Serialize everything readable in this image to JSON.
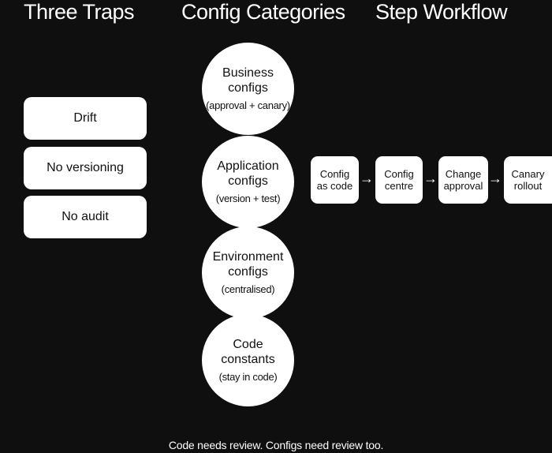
{
  "headings": {
    "traps": "Three Traps",
    "categories": "Config Categories",
    "workflow": "Step Workflow"
  },
  "traps": [
    "Drift",
    "No versioning",
    "No audit"
  ],
  "categories": [
    {
      "title_line1": "Business",
      "title_line2": "configs",
      "sub": "(approval + canary)"
    },
    {
      "title_line1": "Application",
      "title_line2": "configs",
      "sub": "(version + test)"
    },
    {
      "title_line1": "Environment",
      "title_line2": "configs",
      "sub": "(centralised)"
    },
    {
      "title_line1": "Code",
      "title_line2": "constants",
      "sub": "(stay in code)"
    }
  ],
  "steps": [
    {
      "line1": "Config",
      "line2": "as code"
    },
    {
      "line1": "Config",
      "line2": "centre"
    },
    {
      "line1": "Change",
      "line2": "approval"
    },
    {
      "line1": "Canary",
      "line2": "rollout"
    }
  ],
  "arrow_glyph": "→",
  "footer": "Code needs review. Configs need review too."
}
